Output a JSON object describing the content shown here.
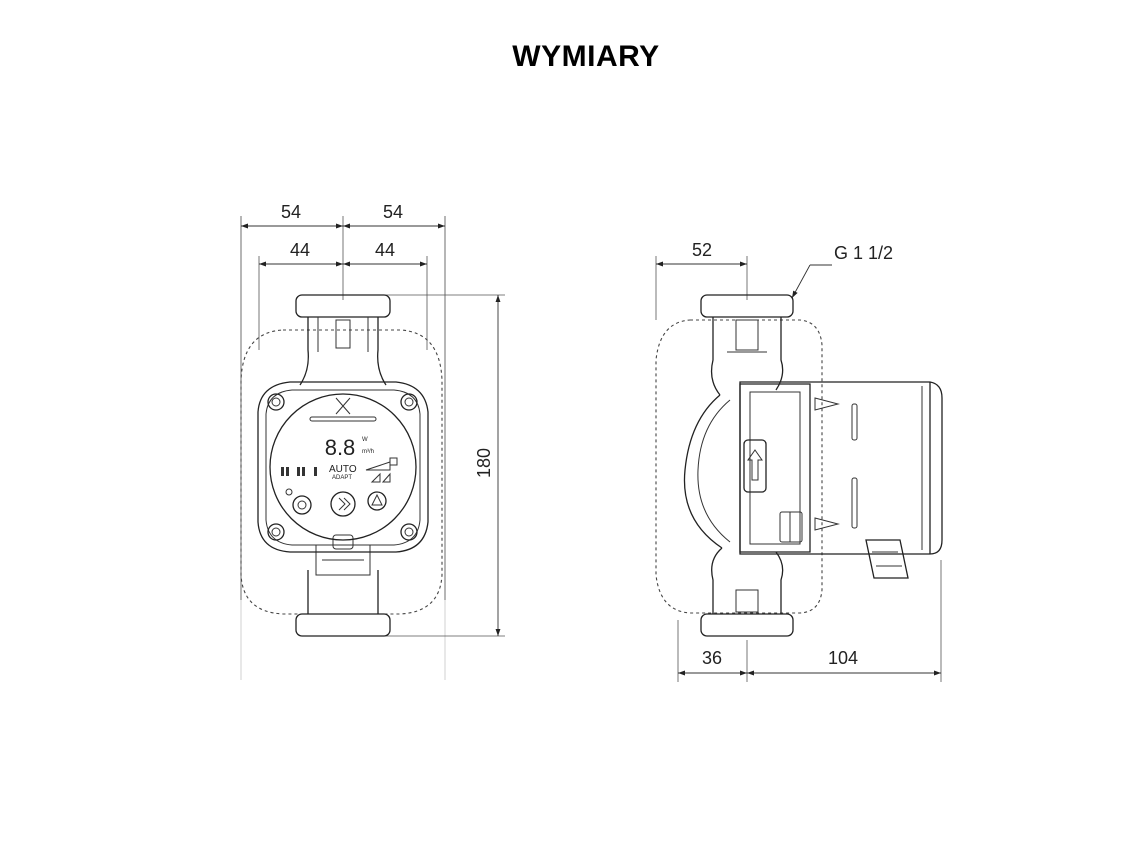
{
  "title": "WYMIARY",
  "front_view": {
    "dim_left_outer": "54",
    "dim_right_outer": "54",
    "dim_left_inner": "44",
    "dim_right_inner": "44",
    "dim_height": "180",
    "display_digits": "8.8",
    "display_unit_power": "W",
    "display_unit_flow": "m³/h",
    "mode_label_1": "AUTO",
    "mode_label_2": "ADAPT"
  },
  "side_view": {
    "dim_top": "52",
    "thread_label": "G 1 1/2",
    "dim_bottom_left": "36",
    "dim_bottom_right": "104"
  },
  "colors": {
    "line": "#222222",
    "background": "#ffffff"
  }
}
